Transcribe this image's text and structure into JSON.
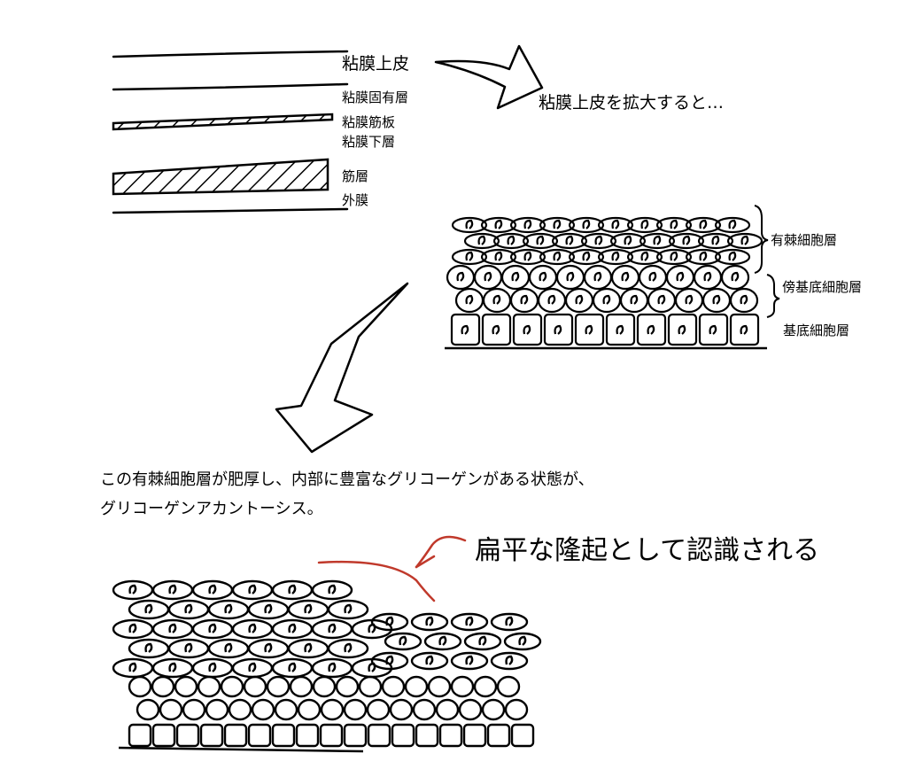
{
  "layer_labels": [
    "粘膜上皮",
    "粘膜固有層",
    "粘膜筋板",
    "粘膜下層",
    "筋層",
    "外膜"
  ],
  "zoom_label": "粘膜上皮を拡大すると…",
  "cell_layer_labels": [
    "有棘細胞層",
    "傍基底細胞層",
    "基底細胞層"
  ],
  "caption": {
    "line1": "この有棘細胞層が肥厚し、内部に豊富なグリコーゲンがある状態が、",
    "line2": "グリコーゲンアカントーシス。"
  },
  "highlight_label": "扁平な隆起として認識される",
  "colors": {
    "ink": "#000000",
    "accent": "#c0392b"
  }
}
